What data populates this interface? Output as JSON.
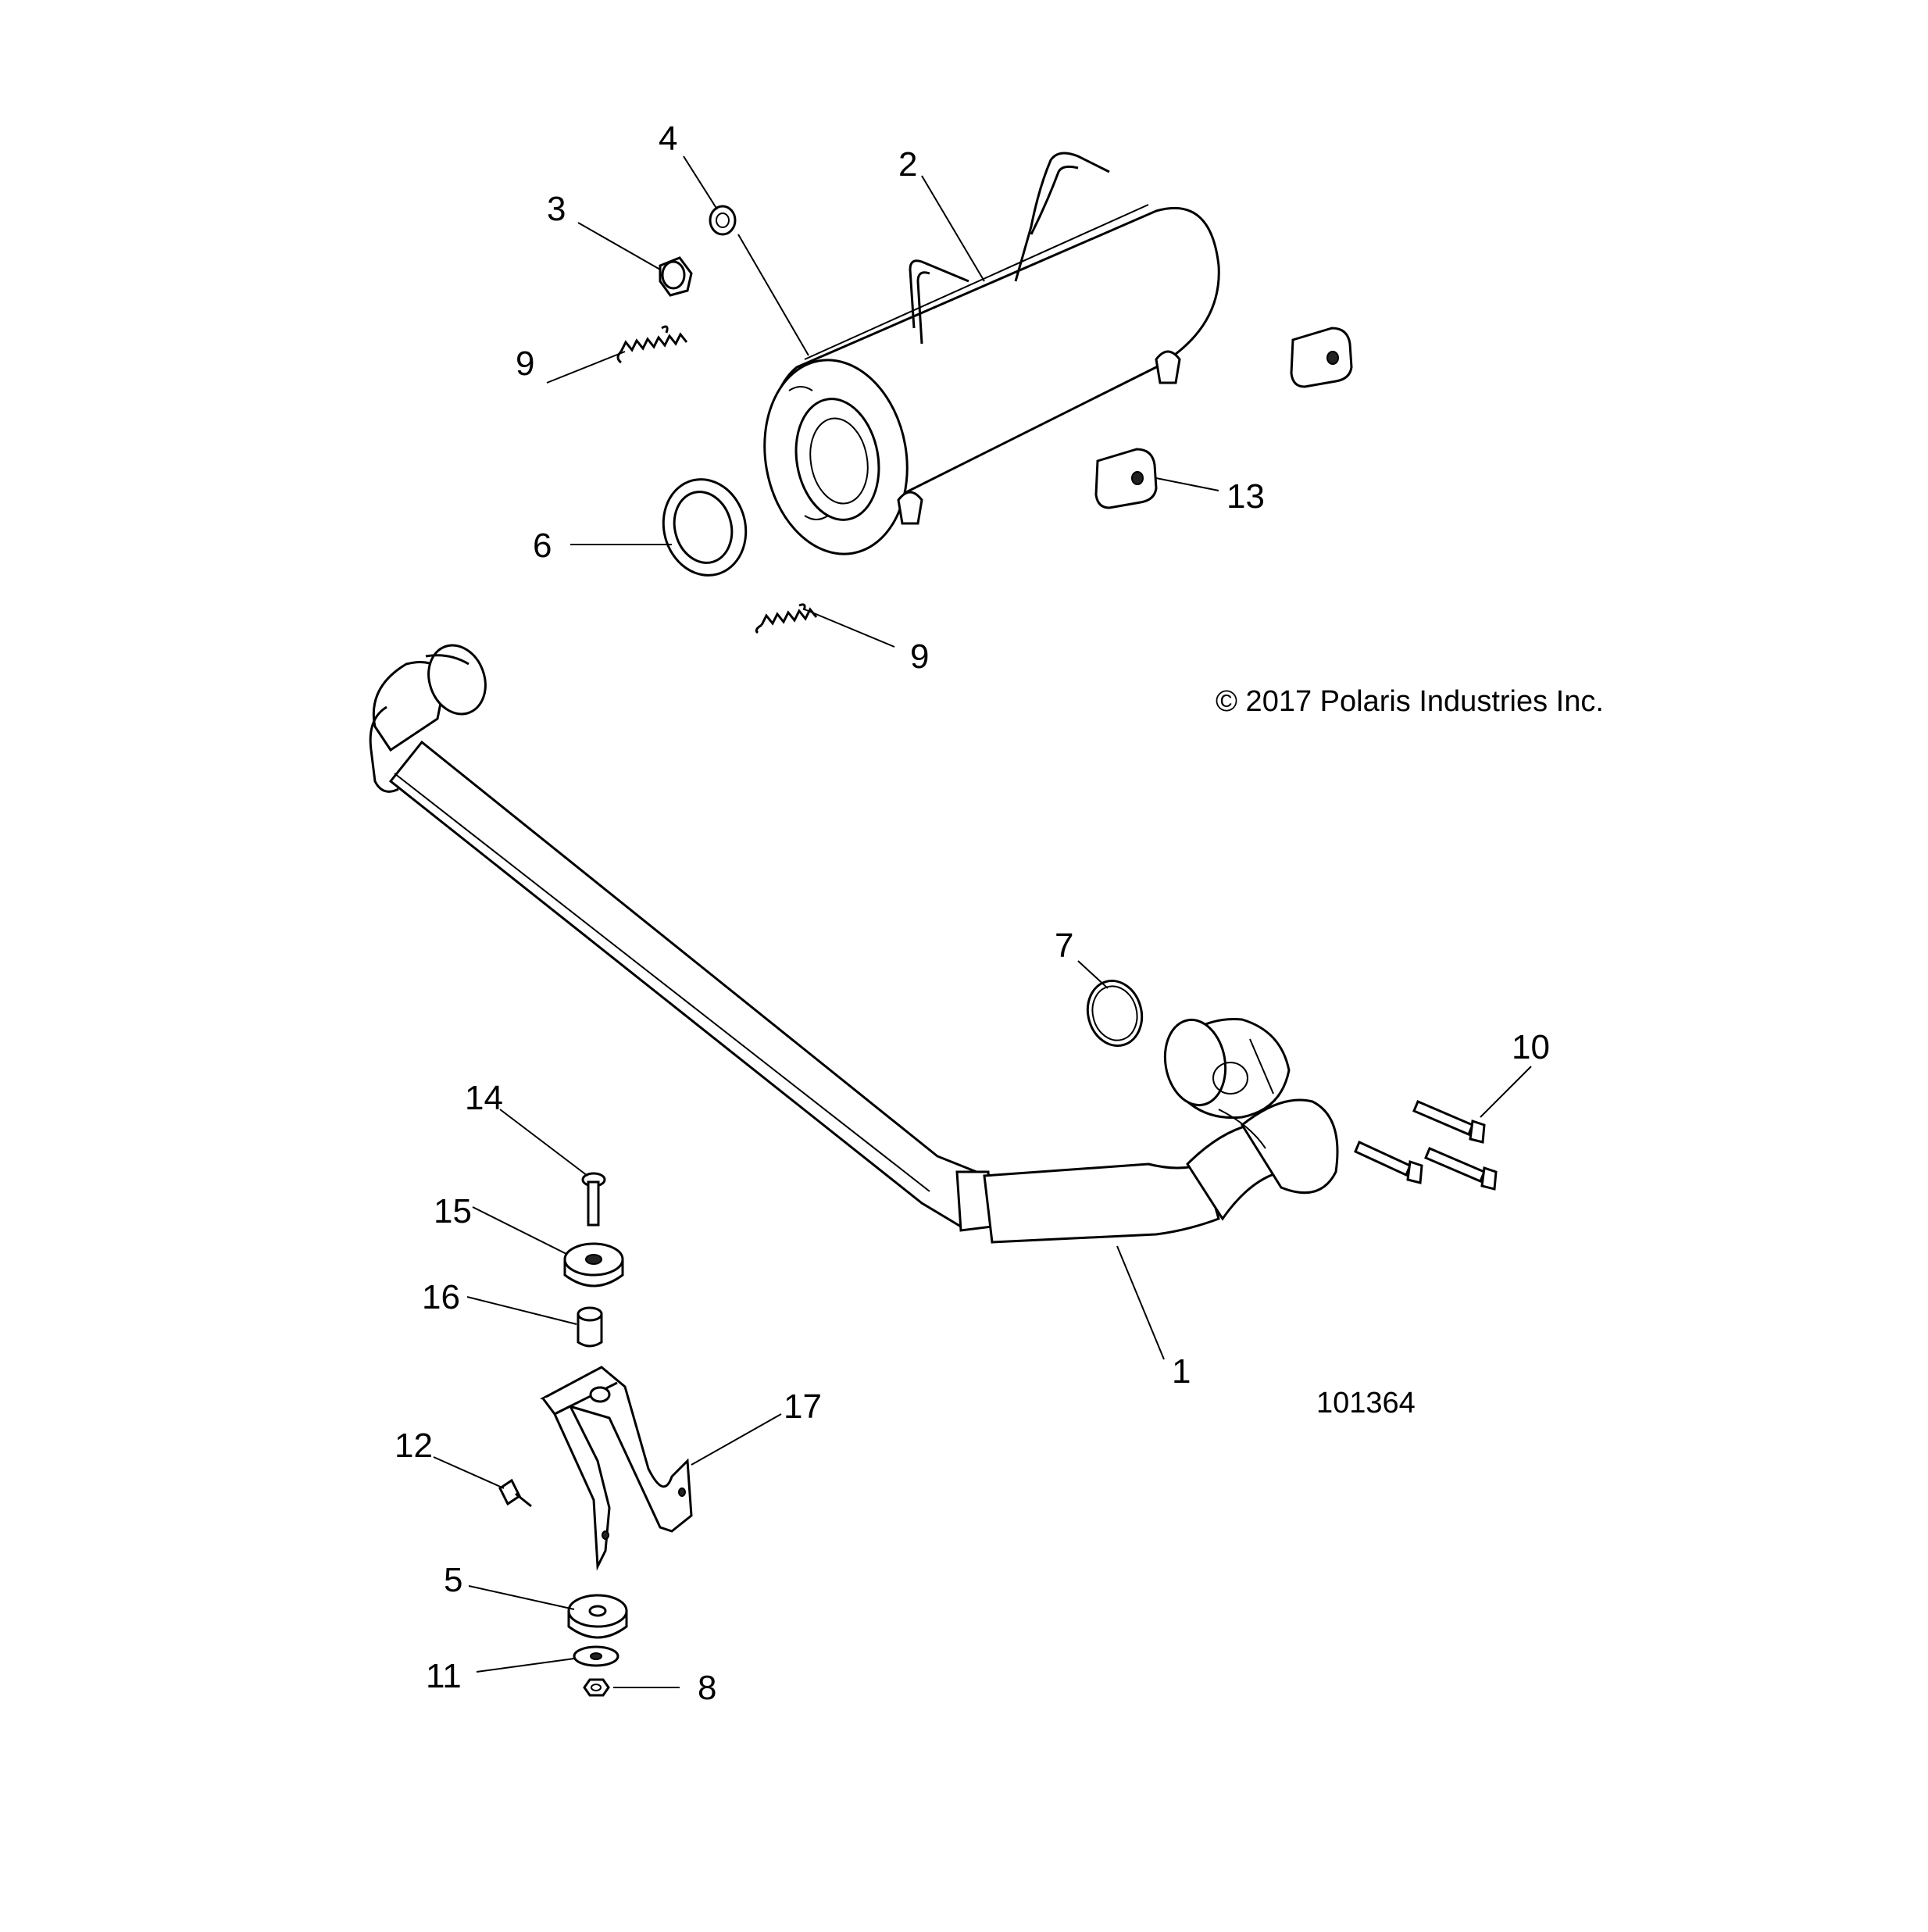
{
  "diagram": {
    "copyright": "© 2017 Polaris Industries Inc.",
    "drawing_number": "101364",
    "callouts": [
      {
        "id": "c1",
        "label": "1"
      },
      {
        "id": "c2",
        "label": "2"
      },
      {
        "id": "c3",
        "label": "3"
      },
      {
        "id": "c4",
        "label": "4"
      },
      {
        "id": "c5",
        "label": "5"
      },
      {
        "id": "c6",
        "label": "6"
      },
      {
        "id": "c7",
        "label": "7"
      },
      {
        "id": "c8",
        "label": "8"
      },
      {
        "id": "c9a",
        "label": "9"
      },
      {
        "id": "c9b",
        "label": "9"
      },
      {
        "id": "c10",
        "label": "10"
      },
      {
        "id": "c11",
        "label": "11"
      },
      {
        "id": "c12",
        "label": "12"
      },
      {
        "id": "c13",
        "label": "13"
      },
      {
        "id": "c14",
        "label": "14"
      },
      {
        "id": "c15",
        "label": "15"
      },
      {
        "id": "c16",
        "label": "16"
      },
      {
        "id": "c17",
        "label": "17"
      }
    ]
  }
}
